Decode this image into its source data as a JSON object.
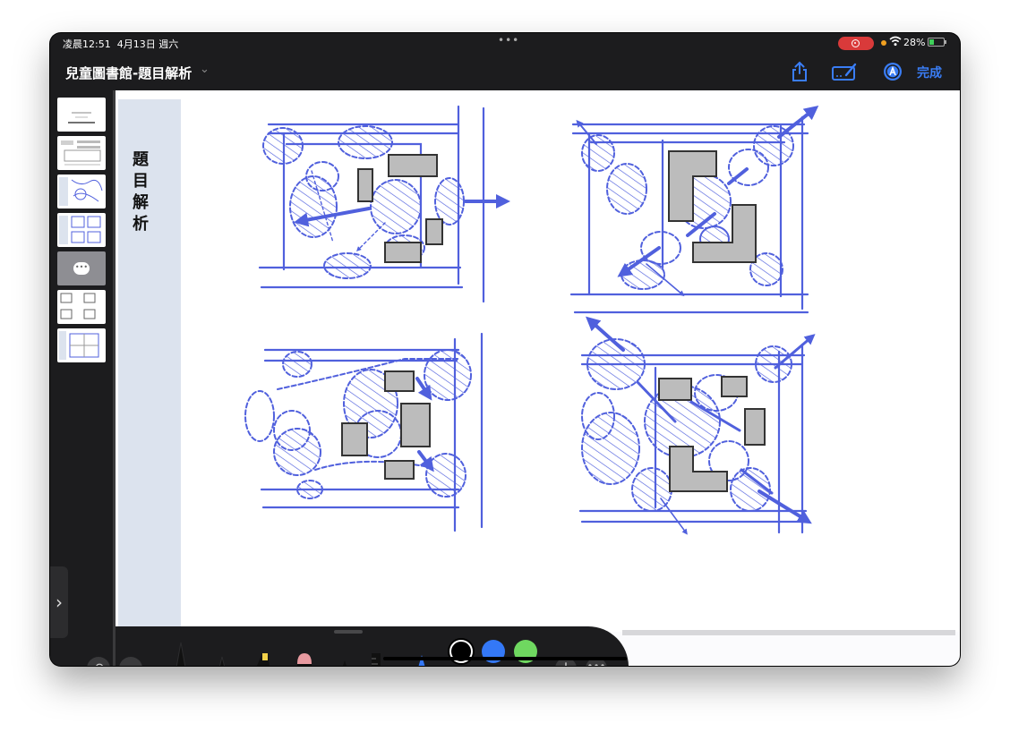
{
  "status_bar": {
    "time": "凌晨12:51",
    "date": "4月13日 週六",
    "battery_percent": "28%",
    "battery_level": 0.28
  },
  "nav": {
    "document_title": "兒童圖書館-題目解析",
    "done_label": "完成",
    "accent_color": "#3a7df5"
  },
  "sidebar": {
    "page_count": 7,
    "selected_page": 5,
    "toggle_glyph": "›"
  },
  "page": {
    "heading": "題目解析",
    "sketch_color": "#5060dd"
  },
  "toolbar": {
    "tools": [
      "pen",
      "fineliner",
      "highlighter",
      "eraser",
      "lasso",
      "ruler",
      "marker"
    ],
    "highlighter_size": "80",
    "marker_size": "50",
    "colors": [
      "#000000",
      "#3478f6",
      "#6fd860",
      "#f2d14a",
      "#e0383a",
      "rainbow"
    ],
    "selected_color": "#000000",
    "plus_label": "+",
    "more_label": "•••"
  }
}
